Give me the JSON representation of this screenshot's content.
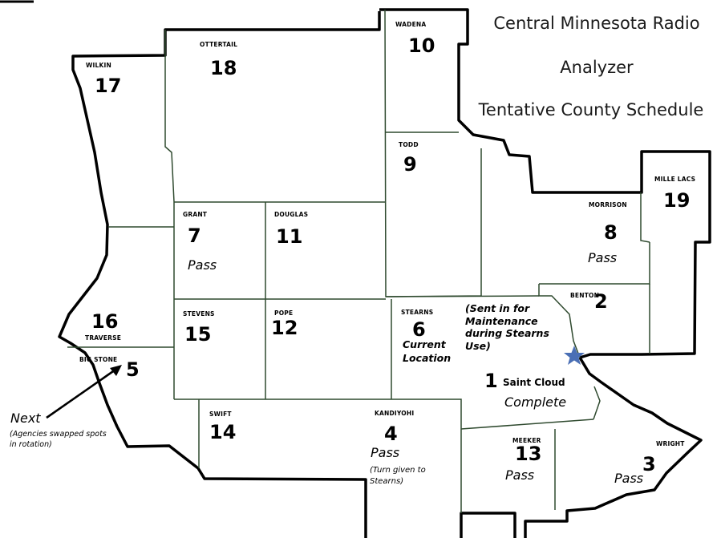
{
  "title": {
    "line1": "Central Minnesota Radio",
    "line2": "Analyzer",
    "line3": "Tentative County Schedule"
  },
  "counties": {
    "wadena": {
      "name": "WADENA",
      "order": "10"
    },
    "ottertail": {
      "name": "OTTERTAIL",
      "order": "18"
    },
    "wilkin": {
      "name": "WILKIN",
      "order": "17"
    },
    "todd": {
      "name": "TODD",
      "order": "9"
    },
    "mille_lacs": {
      "name": "MILLE LACS",
      "order": "19"
    },
    "morrison": {
      "name": "MORRISON",
      "order": "8",
      "status": "Pass"
    },
    "grant": {
      "name": "GRANT",
      "order": "7",
      "status": "Pass"
    },
    "douglas": {
      "name": "DOUGLAS",
      "order": "11"
    },
    "benton": {
      "name": "BENTON",
      "order": "2",
      "note": "(Sent in for Maintenance during Stearns Use)"
    },
    "traverse": {
      "name": "TRAVERSE",
      "order": "16"
    },
    "stevens": {
      "name": "STEVENS",
      "order": "15"
    },
    "pope": {
      "name": "POPE",
      "order": "12"
    },
    "stearns": {
      "name": "STEARNS",
      "order": "6",
      "status": "Current Location"
    },
    "saint_cloud": {
      "order": "1",
      "label": "Saint Cloud",
      "status": "Complete"
    },
    "big_stone": {
      "name": "BIG STONE",
      "order": "5"
    },
    "swift": {
      "name": "SWIFT",
      "order": "14"
    },
    "kandiyohi": {
      "name": "KANDIYOHI",
      "order": "4",
      "status": "Pass",
      "note": "(Turn given to Stearns)"
    },
    "meeker": {
      "name": "MEEKER",
      "order": "13",
      "status": "Pass"
    },
    "wright": {
      "name": "WRIGHT",
      "order": "3",
      "status": "Pass"
    }
  },
  "callout": {
    "label": "Next",
    "note": "(Agencies swapped spots in rotation)"
  },
  "colors": {
    "border": "#000000",
    "star": "#4a6fb5",
    "title_text": "#1a1a1a"
  }
}
